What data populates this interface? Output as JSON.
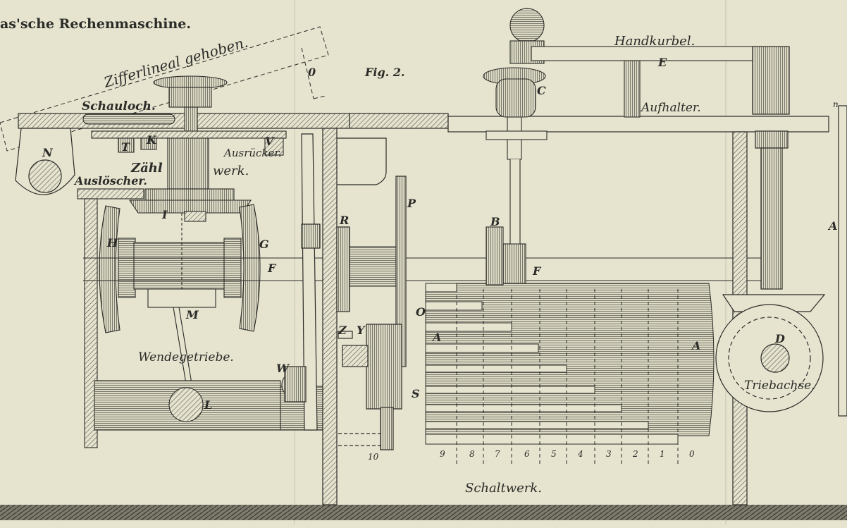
{
  "plate": {
    "title": "as'sche Rechenmaschine.",
    "figure": "Fig. 2.",
    "colors": {
      "paper": "#e6e4cf",
      "ink": "#2b2b28",
      "shade": "#6e6d62"
    }
  },
  "labels": {
    "zifferlineal": "Zifferlineal gehoben.",
    "zero": "0",
    "handkurbel": "Handkurbel.",
    "E": "E",
    "C": "C",
    "aufhalter": "Aufhalter.",
    "schauloch": "Schauloch.",
    "N": "N",
    "T": "T",
    "K": "K",
    "V": "V",
    "ausruecker": "Ausrücker.",
    "zaehl": "Zähl",
    "werk": "werk.",
    "ausloescher": "Auslöscher.",
    "I": "I",
    "H": "H",
    "G": "G",
    "F_left": "F",
    "F_right": "F",
    "R": "R",
    "P": "P",
    "B": "B",
    "M": "M",
    "wendegetriebe": "Wendegetriebe.",
    "L": "L",
    "W": "W",
    "Z": "Z",
    "Y": "Y",
    "O": "O",
    "A_left": "A",
    "A_right": "A",
    "A_far": "A",
    "S": "S",
    "ten": "10",
    "D": "D",
    "triebachse": "Triebachse.",
    "schaltwerk": "Schaltwerk.",
    "n": "n"
  },
  "scale_digits": [
    "9",
    "8",
    "7",
    "6",
    "5",
    "4",
    "3",
    "2",
    "1",
    "0"
  ]
}
